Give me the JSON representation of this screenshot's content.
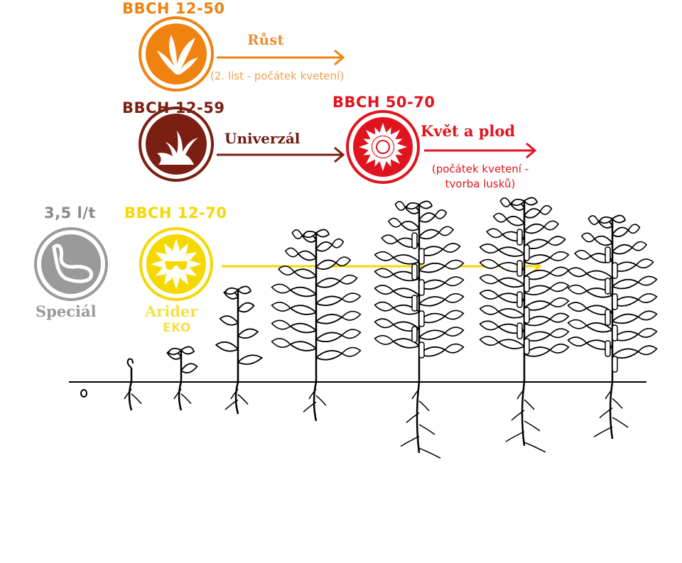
{
  "colors": {
    "orange": "#f0820f",
    "darkred": "#7a1f12",
    "red": "#e0141e",
    "yellow": "#f5d800",
    "gray": "#9a9a9a",
    "eko": "#f6e04a"
  },
  "rust": {
    "bbch": "BBCH 12-50",
    "label": "Růst",
    "note": "(2. list - počátek kvetení)",
    "icon": "plant-sprout-icon"
  },
  "univerzal": {
    "bbch": "BBCH 12-59",
    "label": "Univerzál",
    "icon": "grass-icon"
  },
  "kvet": {
    "bbch": "BBCH 50-70",
    "label": "Květ a plod",
    "note_line1": "(počátek kvetení -",
    "note_line2": "tvorba lusků)",
    "icon": "flower-icon"
  },
  "arider": {
    "bbch": "BBCH 12-70",
    "label": "Arider",
    "sublabel": "EKO",
    "icon": "sun-sunglasses-icon"
  },
  "special": {
    "dose": "3,5 l/t",
    "label": "Speciál",
    "icon": "seed-icon"
  }
}
